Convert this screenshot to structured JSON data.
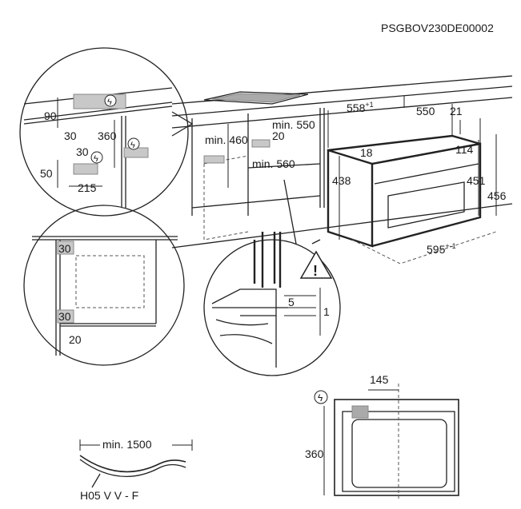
{
  "drawing_code": "PSGBOV230DE00002",
  "detail_socket": {
    "d90": "90",
    "d30a": "30",
    "d360": "360",
    "d30b": "30",
    "d50": "50",
    "d215": "215"
  },
  "cabinet": {
    "min460": "min. 460",
    "min550": "min. 550",
    "d20": "20",
    "min560": "min. 560"
  },
  "oven": {
    "w558": "558",
    "w558_tol": "+1",
    "d550": "550",
    "d21": "21",
    "d18": "18",
    "h114": "114",
    "h438": "438",
    "h451": "451",
    "h456": "456",
    "w595": "595",
    "w595_tol": "+-1"
  },
  "detail_side": {
    "top30": "30",
    "bottom30": "30",
    "d20": "20"
  },
  "detail_gap": {
    "d5": "5",
    "d1": "1"
  },
  "front_view": {
    "d145": "145",
    "h360": "360"
  },
  "cable": {
    "length": "min. 1500",
    "type": "H05 V V - F"
  },
  "icons": [
    "electric-warning-icon",
    "warning-triangle-icon"
  ]
}
